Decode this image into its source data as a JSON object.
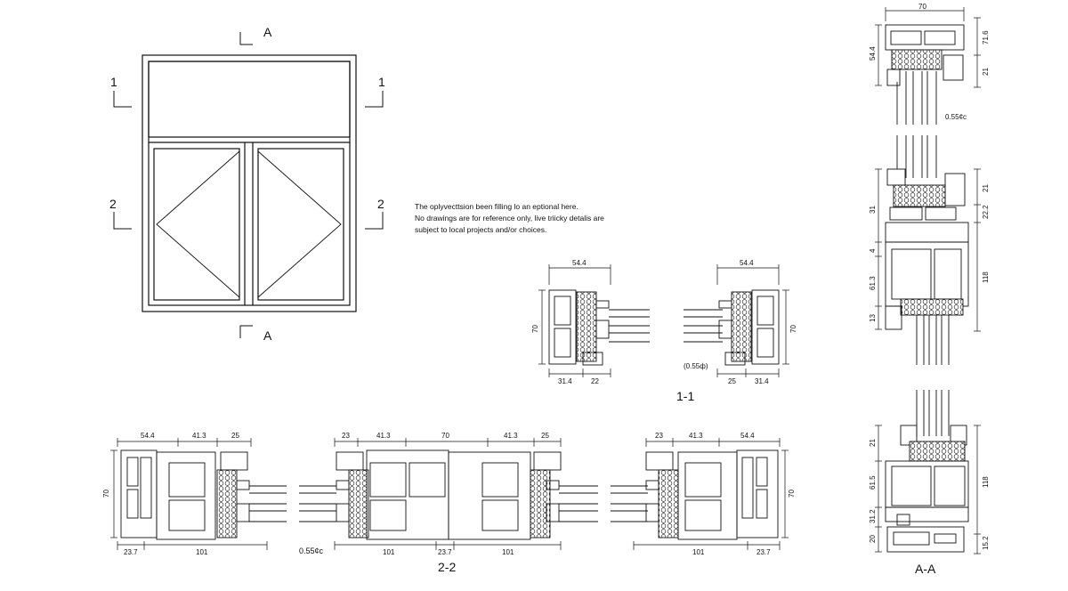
{
  "elevation": {
    "section_marks": {
      "top": "A",
      "bottom": "A",
      "left_upper": "1",
      "right_upper": "1",
      "left_lower": "2",
      "right_lower": "2"
    }
  },
  "note": {
    "lines": [
      "The oplyvecttsion been filling lo an eptional here.",
      "No drawings are for reference only, live triicky detalis are",
      "subject to local projects and/or choices."
    ]
  },
  "section_1_1": {
    "title": "1-1",
    "glass_note": "(0.55ф)",
    "left_top": "54.4",
    "left_height": "70",
    "left_bottom": [
      "31.4",
      "22"
    ],
    "right_top": "54.4",
    "right_height": "70",
    "right_bottom": [
      "25",
      "31.4"
    ]
  },
  "section_2_2": {
    "title": "2-2",
    "glass_note": "0.55¢c",
    "top_group1": [
      "54.4",
      "41.3",
      "25"
    ],
    "top_group2": [
      "23",
      "41.3",
      "70",
      "41.3",
      "25"
    ],
    "top_group3": [
      "23",
      "41.3",
      "54.4"
    ],
    "left_height": "70",
    "right_height": "70",
    "bottom_group1": [
      "23.7",
      "101"
    ],
    "bottom_group2": [
      "101",
      "23.7",
      "101"
    ],
    "bottom_group3": [
      "101",
      "23.7"
    ]
  },
  "section_a_a": {
    "title": "A-A",
    "top_width": "70",
    "upper_left": "54.4",
    "upper_right": [
      "71.6",
      "21"
    ],
    "glass_note": "0.55¢c",
    "middle_left": [
      "31",
      "4",
      "61.3",
      "13"
    ],
    "middle_right": [
      "21",
      "22.2",
      "118"
    ],
    "lower_left": [
      "21",
      "61.5",
      "31.2",
      "20"
    ],
    "lower_right": [
      "118",
      "15.2"
    ]
  }
}
